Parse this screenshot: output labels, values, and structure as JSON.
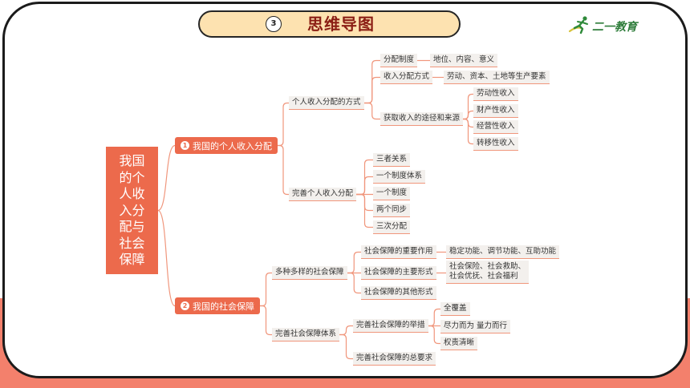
{
  "banner": {
    "number": "3",
    "title": "思维导图"
  },
  "logo": {
    "text": "二一教育",
    "icon": "runner-icon"
  },
  "colors": {
    "accent": "#ec6a4c",
    "line": "#f0967c",
    "band": "#f3806c",
    "banner": "#fde2b0",
    "title": "#8b1e14",
    "logo": "#2f7d3b"
  },
  "mindmap": {
    "root": {
      "lines": [
        "我国",
        "的个",
        "人收",
        "入分",
        "配与",
        "社会",
        "保障"
      ]
    },
    "branches": [
      {
        "number": "1",
        "label": "我国的个人收入分配",
        "topics": [
          {
            "label": "个人收入分配的方式",
            "children": [
              {
                "label": "分配制度",
                "children": [
                  {
                    "label": "地位、内容、意义"
                  }
                ]
              },
              {
                "label": "收入分配方式",
                "children": [
                  {
                    "label": "劳动、资本、土地等生产要素"
                  }
                ]
              },
              {
                "label": "获取收入的途径和来源",
                "children": [
                  {
                    "label": "劳动性收入"
                  },
                  {
                    "label": "财产性收入"
                  },
                  {
                    "label": "经营性收入"
                  },
                  {
                    "label": "转移性收入"
                  }
                ]
              }
            ]
          },
          {
            "label": "完善个人收入分配",
            "children": [
              {
                "label": "三者关系"
              },
              {
                "label": "一个制度体系"
              },
              {
                "label": "一个制度"
              },
              {
                "label": "两个同步"
              },
              {
                "label": "三次分配"
              }
            ]
          }
        ]
      },
      {
        "number": "2",
        "label": "我国的社会保障",
        "topics": [
          {
            "label": "多种多样的社会保障",
            "children": [
              {
                "label": "社会保障的重要作用",
                "children": [
                  {
                    "label": "稳定功能、调节功能、互助功能"
                  }
                ]
              },
              {
                "label": "社会保障的主要形式",
                "children": [
                  {
                    "lines": [
                      "社会保险、社会救助、",
                      "社会优抚、社会福利"
                    ]
                  }
                ]
              },
              {
                "label": "社会保障的其他形式"
              }
            ]
          },
          {
            "label": "完善社会保障体系",
            "children": [
              {
                "label": "完善社会保障的举措",
                "children": [
                  {
                    "label": "全覆盖"
                  },
                  {
                    "label": "尽力而为 量力而行"
                  },
                  {
                    "label": "权责清晰"
                  }
                ]
              },
              {
                "label": "完善社会保障的总要求"
              }
            ]
          }
        ]
      }
    ]
  }
}
